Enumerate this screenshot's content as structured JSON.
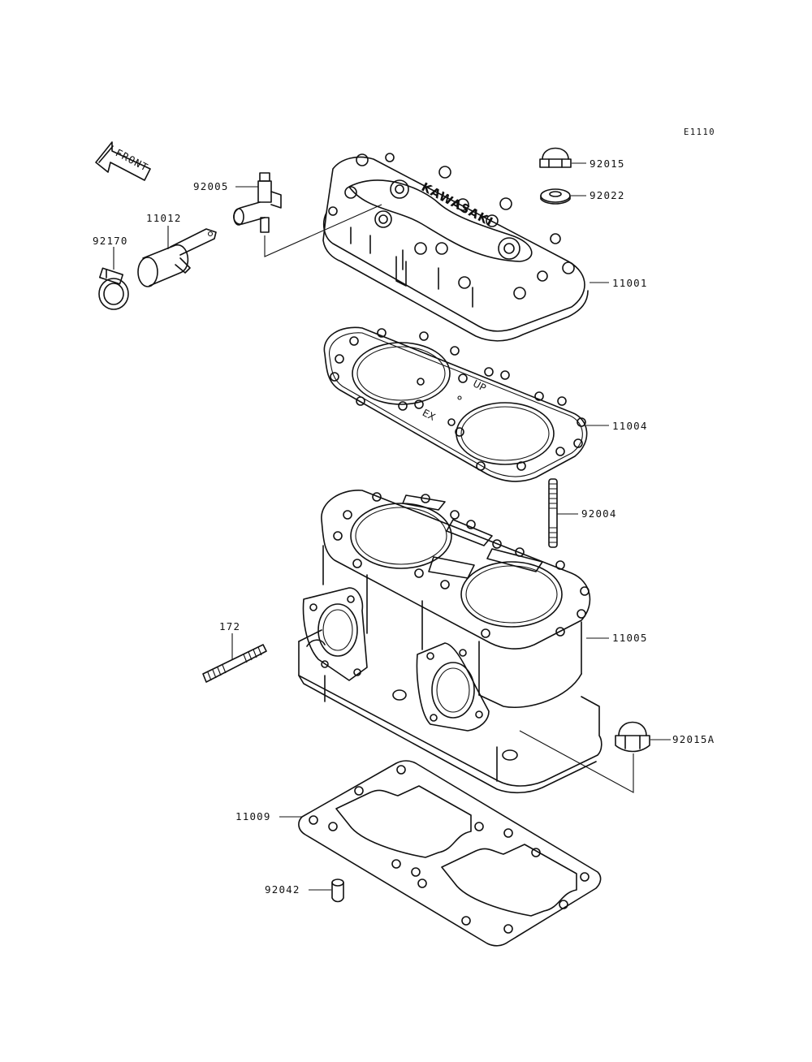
{
  "diagram_code": "E1110",
  "front_arrow_text": "FRONT",
  "head_emboss_text": "KAWASAKI",
  "gasket_marks": {
    "up": "UP",
    "ex": "EX"
  },
  "parts": {
    "p92015": "92015",
    "p92022": "92022",
    "p92005": "92005",
    "p11012": "11012",
    "p92170": "92170",
    "p11001": "11001",
    "p11004": "11004",
    "p92004": "92004",
    "p172": "172",
    "p11005": "11005",
    "p92015A": "92015A",
    "p11009": "11009",
    "p92042": "92042"
  }
}
